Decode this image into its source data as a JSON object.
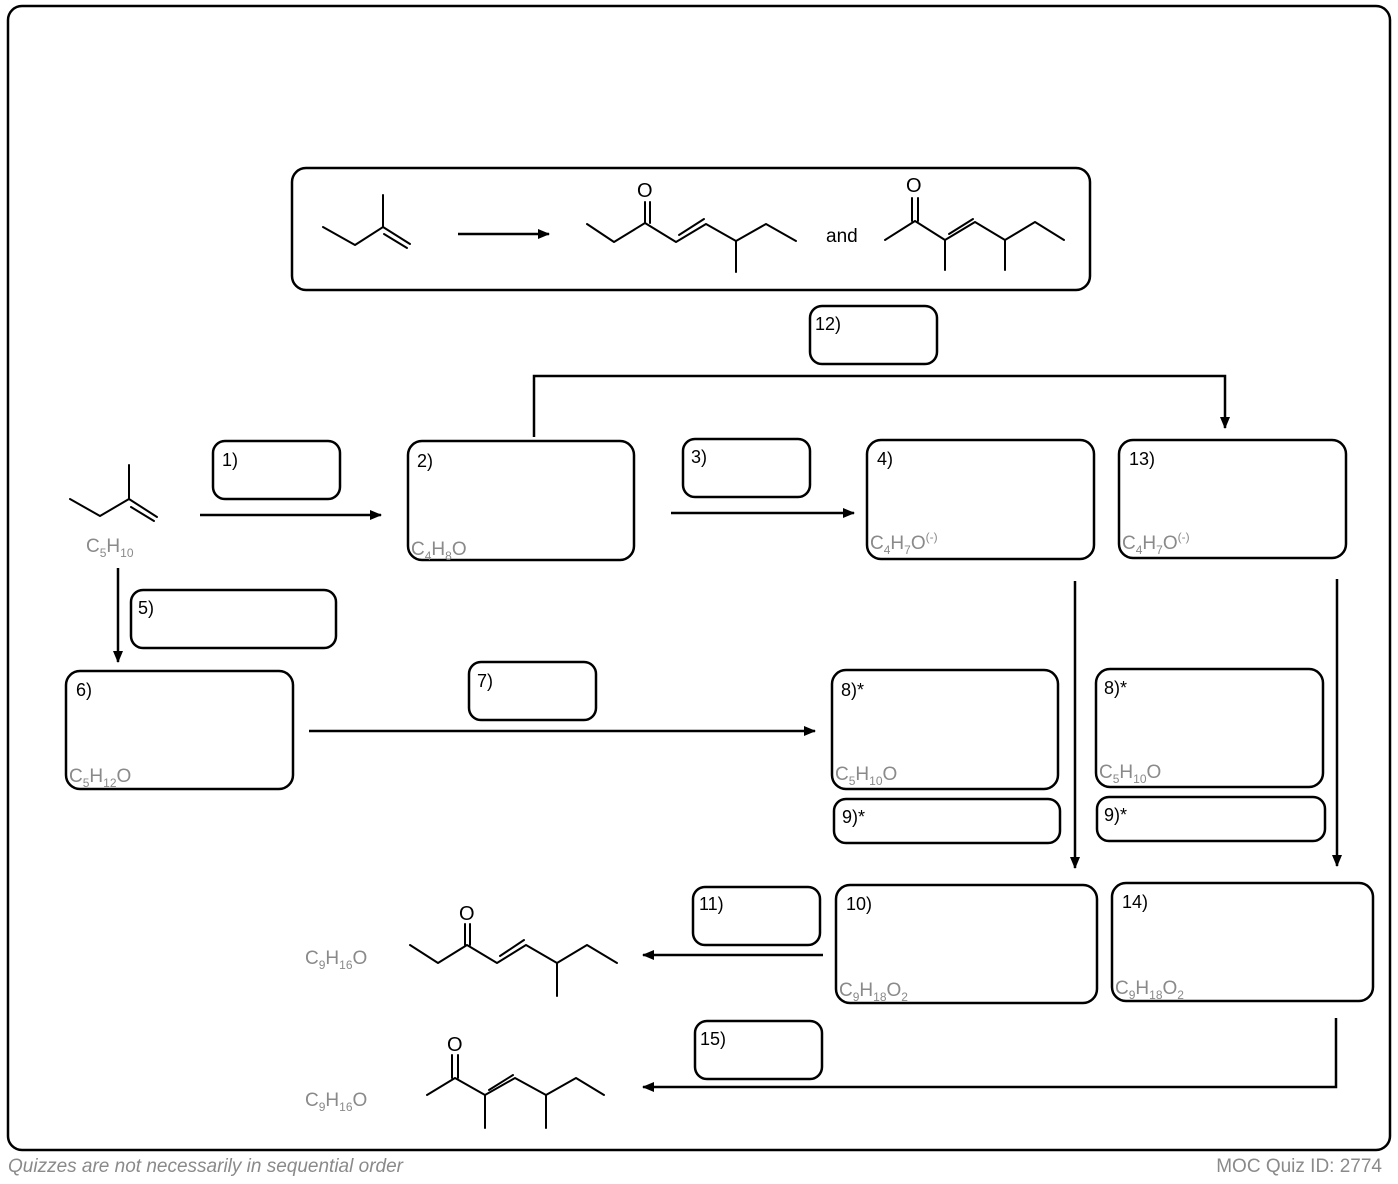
{
  "target": {
    "and_text": "and"
  },
  "steps": {
    "s1": "1)",
    "s2": "2)",
    "s3": "3)",
    "s4": "4)",
    "s5": "5)",
    "s6": "6)",
    "s7": "7)",
    "s8a": "8)*",
    "s8b": "8)*",
    "s9a": "9)*",
    "s9b": "9)*",
    "s10": "10)",
    "s11": "11)",
    "s12": "12)",
    "s13": "13)",
    "s14": "14)",
    "s15": "15)"
  },
  "formulas": {
    "start": [
      "C",
      "5",
      "H",
      "10"
    ],
    "f2": [
      "C",
      "4",
      "H",
      "8",
      "O"
    ],
    "f4": [
      "C",
      "4",
      "H",
      "7",
      "O",
      "(-)"
    ],
    "f13": [
      "C",
      "4",
      "H",
      "7",
      "O",
      "(-)"
    ],
    "f6": [
      "C",
      "5",
      "H",
      "12",
      "O"
    ],
    "f8a": [
      "C",
      "5",
      "H",
      "10",
      "O"
    ],
    "f8b": [
      "C",
      "5",
      "H",
      "10",
      "O"
    ],
    "f10": [
      "C",
      "9",
      "H",
      "18",
      "O",
      "2"
    ],
    "f14": [
      "C",
      "9",
      "H",
      "18",
      "O",
      "2"
    ],
    "p1": [
      "C",
      "9",
      "H",
      "16",
      "O"
    ],
    "p2": [
      "C",
      "9",
      "H",
      "16",
      "O"
    ]
  },
  "atoms": {
    "oxygen": "O"
  },
  "footer": {
    "left": "Quizzes are not necessarily in sequential order",
    "right": "MOC Quiz ID: 2774"
  }
}
